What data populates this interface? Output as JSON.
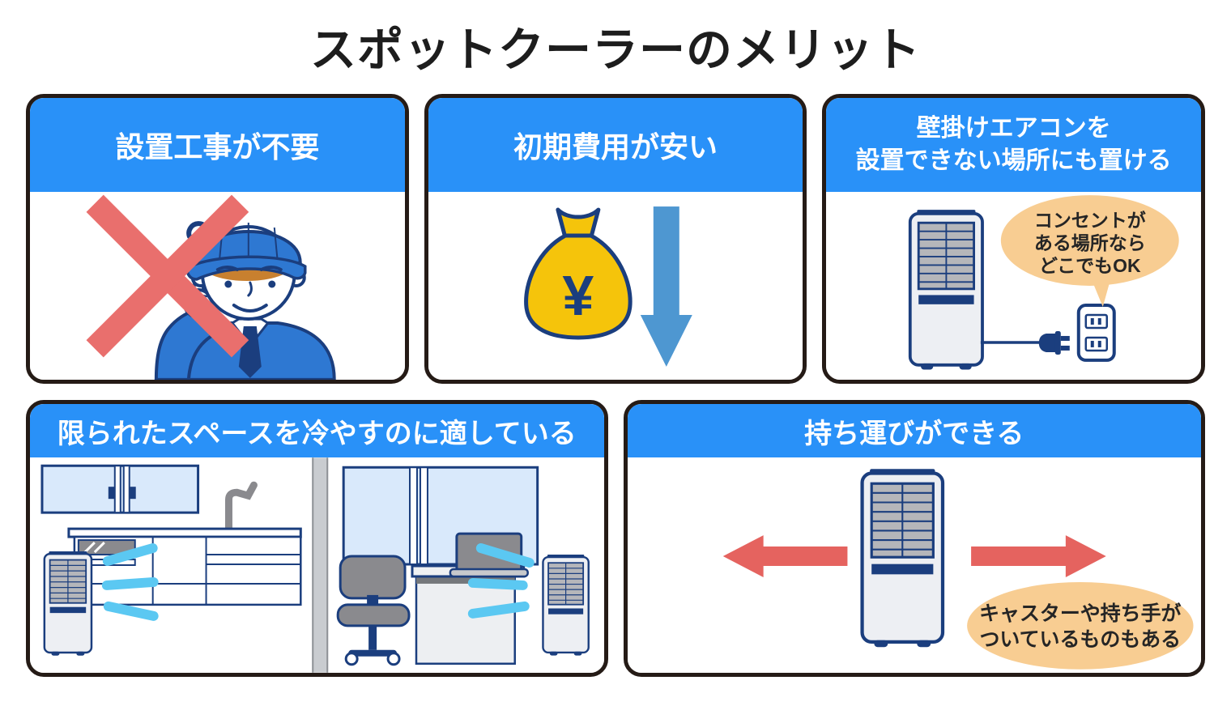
{
  "page": {
    "title": "スポットクーラーのメリット"
  },
  "colors": {
    "header_blue": "#2991F8",
    "card_border": "#251B16",
    "bubble_orange": "#F8CD92",
    "accent_red": "#E5635F",
    "cross_red": "#E96F6D",
    "bag_yellow": "#F5C40B",
    "navy": "#1B3E7E",
    "down_arrow_blue": "#4E97D1",
    "air_blue": "#5BC8F2"
  },
  "cards": {
    "no_installation": {
      "title": "設置工事が不要"
    },
    "low_initial_cost": {
      "title": "初期費用が安い",
      "money_symbol": "¥"
    },
    "place_anywhere": {
      "title_line1": "壁掛けエアコンを",
      "title_line2": "設置できない場所にも置ける",
      "bubble_line1": "コンセントが",
      "bubble_line2": "ある場所なら",
      "bubble_line3": "どこでもOK"
    },
    "limited_space": {
      "title": "限られたスペースを冷やすのに適している"
    },
    "portable": {
      "title": "持ち運びができる",
      "bubble_line1": "キャスターや持ち手が",
      "bubble_line2": "ついているものもある"
    }
  }
}
